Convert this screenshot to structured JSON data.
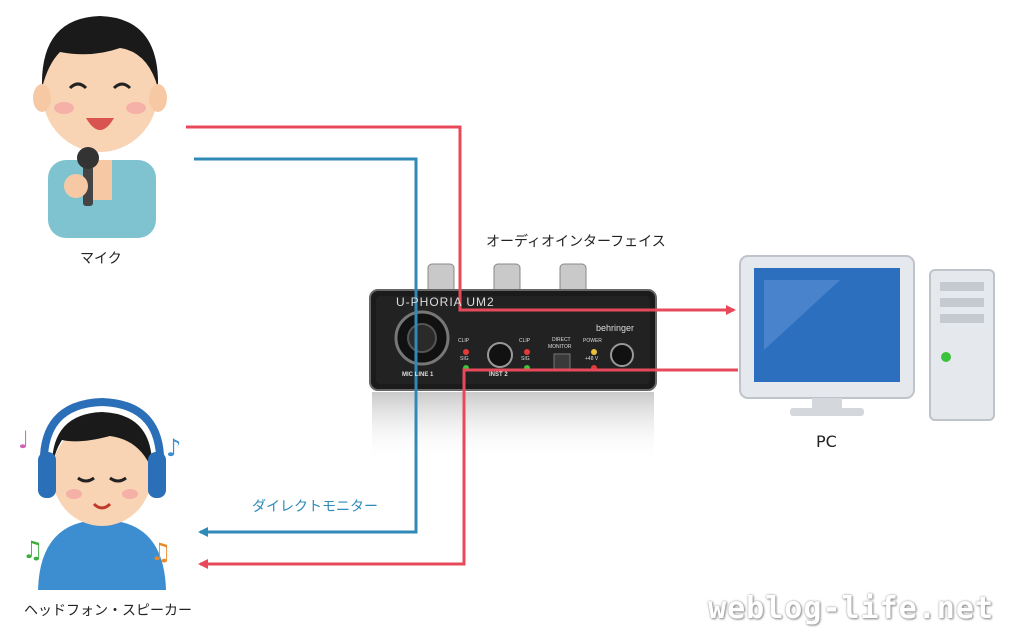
{
  "labels": {
    "mic": "マイク",
    "interface": "オーディオインターフェイス",
    "pc": "PC",
    "monitor": "ダイレクトモニター",
    "headphones": "ヘッドフォン・スピーカー"
  },
  "device": {
    "model": "U-PHORIA UM2",
    "brand": "behringer",
    "input1": "MIC LINE 1",
    "input2": "INST 2",
    "clip": "CLIP",
    "sig": "SIG",
    "direct": "DIRECT",
    "monitor": "MONITOR",
    "power": "POWER",
    "phantom": "+48 V"
  },
  "watermark": "weblog-life.net",
  "colors": {
    "signal_red": "#e8495a",
    "monitor_blue": "#2f8ab8"
  }
}
